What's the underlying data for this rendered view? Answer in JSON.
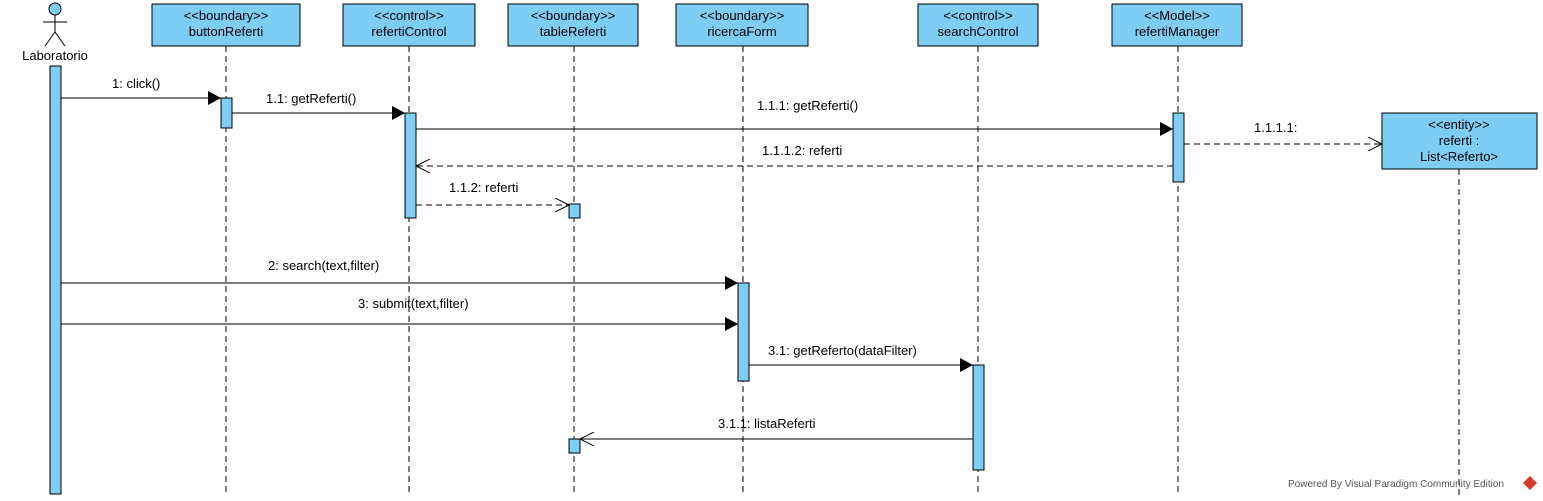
{
  "actor": {
    "name": "Laboratorio"
  },
  "lifelines": {
    "buttonReferti": {
      "stereotype": "<<boundary>>",
      "name": "buttonReferti"
    },
    "refertiControl": {
      "stereotype": "<<control>>",
      "name": "refertiControl"
    },
    "tableReferti": {
      "stereotype": "<<boundary>>",
      "name": "tableReferti"
    },
    "ricercaForm": {
      "stereotype": "<<boundary>>",
      "name": "ricercaForm"
    },
    "searchControl": {
      "stereotype": "<<control>>",
      "name": "searchControl"
    },
    "refertiManager": {
      "stereotype": "<<Model>>",
      "name": "refertiManager"
    },
    "referti": {
      "stereotype": "<<entity>>",
      "name_line1": "referti :",
      "name_line2": "List<Referto>"
    }
  },
  "messages": {
    "m1": "1: click()",
    "m1_1": "1.1: getReferti()",
    "m1_1_1": "1.1.1: getReferti()",
    "m1_1_1_1": "1.1.1.1:",
    "m1_1_1_2": "1.1.1.2: referti",
    "m1_1_2": "1.1.2: referti",
    "m2": "2: search(text,filter)",
    "m3": "3: submit(text,filter)",
    "m3_1": "3.1: getReferto(dataFilter)",
    "m3_1_1": "3.1.1: listaReferti"
  },
  "footer": {
    "text": "Powered By Visual Paradigm Community Edition"
  },
  "colors": {
    "lifeline_fill": "#7dcdf5",
    "brand_red": "#d33a2c"
  }
}
